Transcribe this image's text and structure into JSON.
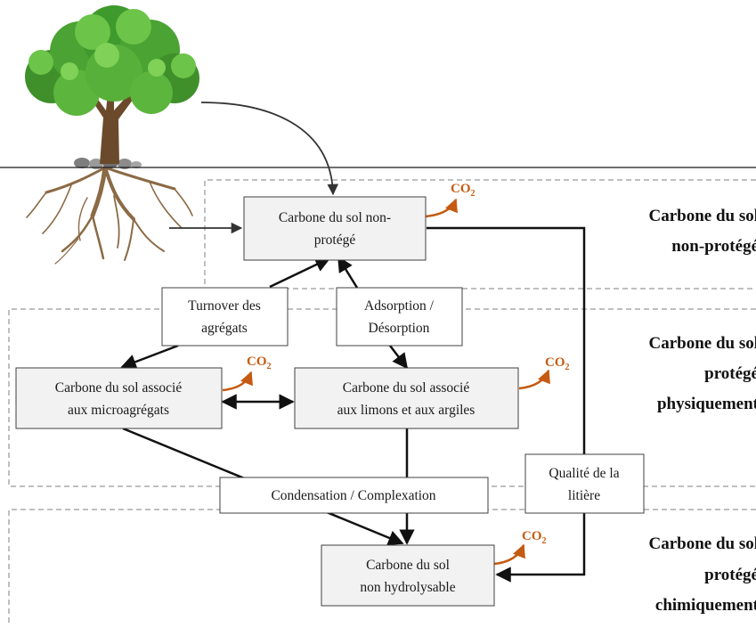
{
  "colors": {
    "box_fill": "#f2f2f2",
    "box_stroke": "#404040",
    "co2": "#c55a11",
    "arrow": "#111111",
    "dashed": "#7f7f7f"
  },
  "nodes": {
    "non_protege": {
      "lines": [
        "Carbone du sol non-",
        "protégé"
      ]
    },
    "micro": {
      "lines": [
        "Carbone du sol associé",
        "aux microagrégats"
      ]
    },
    "limons": {
      "lines": [
        "Carbone du sol associé",
        "aux limons et aux argiles"
      ]
    },
    "non_hydro": {
      "lines": [
        "Carbone du sol",
        "non hydrolysable"
      ]
    }
  },
  "processes": {
    "turnover": {
      "lines": [
        "Turnover des",
        "agrégats"
      ]
    },
    "adsorption": {
      "lines": [
        "Adsorption /",
        "Désorption"
      ]
    },
    "condensation": {
      "lines": [
        "Condensation / Complexation"
      ]
    },
    "qualite": {
      "lines": [
        "Qualité de la",
        "litière"
      ]
    }
  },
  "co2": {
    "main": "CO",
    "sub": "2"
  },
  "pools": {
    "non_protege": {
      "lines": [
        "Carbone du sol",
        "non-protégé"
      ]
    },
    "physique": {
      "lines": [
        "Carbone du sol",
        "protégé",
        "physiquement"
      ]
    },
    "chimique": {
      "lines": [
        "Carbone du sol",
        "protégé",
        "chimiquement"
      ]
    }
  },
  "tree": {
    "icon": "tree-icon"
  }
}
